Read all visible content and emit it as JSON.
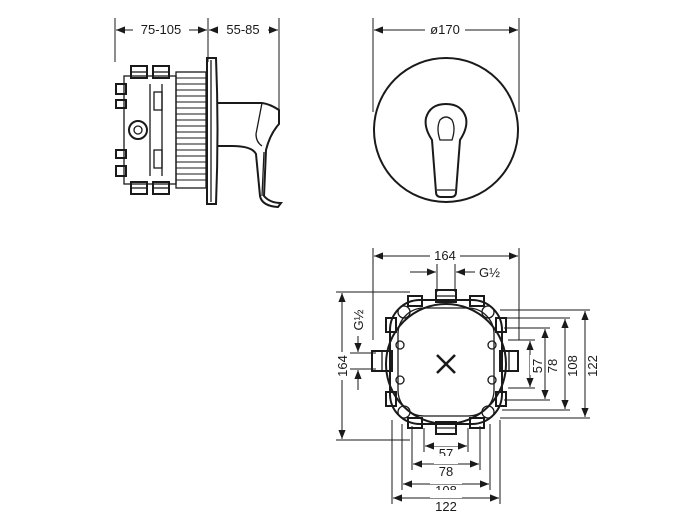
{
  "side_view": {
    "dim_body_depth": "75-105",
    "dim_projection": "55-85"
  },
  "front_view": {
    "dim_diameter": "ø170"
  },
  "box_view": {
    "dim_width": "164",
    "dim_inlet_thread": "G½",
    "dim_height": "164",
    "dim_side_thread": "G½",
    "dims_right": [
      "57",
      "78",
      "108",
      "122"
    ],
    "dims_bottom": [
      "57",
      "78",
      "108",
      "122"
    ]
  },
  "colors": {
    "line": "#1a1a1a",
    "background": "#ffffff"
  }
}
